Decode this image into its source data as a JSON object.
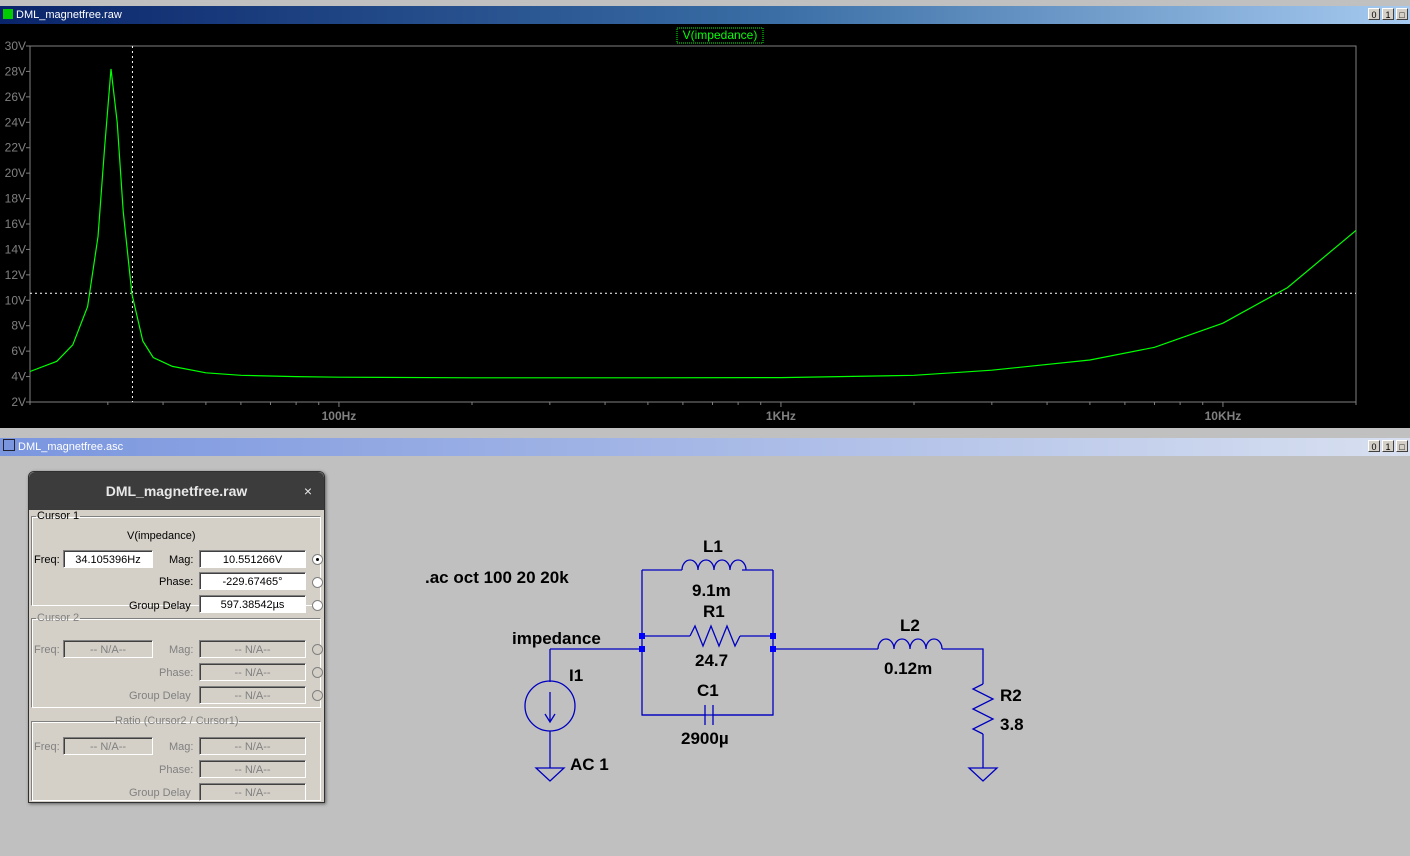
{
  "plot_window": {
    "title": "DML_magnetfree.raw",
    "controls": [
      "0",
      "1",
      "□"
    ]
  },
  "chart_data": {
    "type": "line",
    "trace_label": "V(impedance)",
    "x_scale": "log",
    "xlim": [
      20,
      20000
    ],
    "x_tick_labels": [
      {
        "label": "100Hz",
        "value": 100
      },
      {
        "label": "1KHz",
        "value": 1000
      },
      {
        "label": "10KHz",
        "value": 10000
      }
    ],
    "ylim": [
      2,
      30
    ],
    "y_tick_labels": [
      "30V",
      "28V",
      "26V",
      "24V",
      "22V",
      "20V",
      "18V",
      "16V",
      "14V",
      "12V",
      "10V",
      "8V",
      "6V",
      "4V",
      "2V"
    ],
    "y_tick_values": [
      30,
      28,
      26,
      24,
      22,
      20,
      18,
      16,
      14,
      12,
      10,
      8,
      6,
      4,
      2
    ],
    "series": [
      {
        "color": "#00ff00",
        "x": [
          20,
          23,
          25,
          27,
          28.5,
          29.5,
          30.5,
          31.5,
          32.5,
          34,
          36,
          38,
          42,
          50,
          60,
          80,
          100,
          200,
          500,
          1000,
          2000,
          3000,
          5000,
          7000,
          10000,
          14000,
          20000
        ],
        "y": [
          4.4,
          5.2,
          6.5,
          9.5,
          15,
          22,
          28.2,
          24,
          17,
          10.5,
          6.8,
          5.5,
          4.8,
          4.3,
          4.1,
          4.0,
          3.95,
          3.9,
          3.9,
          3.92,
          4.1,
          4.5,
          5.3,
          6.3,
          8.2,
          11,
          15.5
        ]
      }
    ],
    "cursor": {
      "x": 34.105396,
      "y": 10.551266
    }
  },
  "schematic_window": {
    "title": "DML_magnetfree.asc",
    "controls": [
      "0",
      "1",
      "□"
    ]
  },
  "cursor_panel": {
    "title": "DML_magnetfree.raw",
    "close": "×",
    "cursor1": {
      "legend": "Cursor 1",
      "trace": "V(impedance)",
      "freq_label": "Freq:",
      "freq": "34.105396Hz",
      "mag_label": "Mag:",
      "mag": "10.551266V",
      "phase_label": "Phase:",
      "phase": "-229.67465°",
      "gd_label": "Group Delay",
      "gd": "597.38542µs"
    },
    "cursor2": {
      "legend": "Cursor 2",
      "freq_label": "Freq:",
      "freq": "-- N/A--",
      "mag_label": "Mag:",
      "mag": "-- N/A--",
      "phase_label": "Phase:",
      "phase": "-- N/A--",
      "gd_label": "Group Delay",
      "gd": "-- N/A--"
    },
    "ratio": {
      "legend": "Ratio (Cursor2 / Cursor1)",
      "freq_label": "Freq:",
      "freq": "-- N/A--",
      "mag_label": "Mag:",
      "mag": "-- N/A--",
      "phase_label": "Phase:",
      "phase": "-- N/A--",
      "gd_label": "Group Delay",
      "gd": "-- N/A--"
    }
  },
  "schematic": {
    "directive": ".ac oct 100 20 20k",
    "net_label": "impedance",
    "I1": {
      "name": "I1",
      "value": "AC 1"
    },
    "L1": {
      "name": "L1",
      "value": "9.1m"
    },
    "R1": {
      "name": "R1",
      "value": "24.7"
    },
    "C1": {
      "name": "C1",
      "value": "2900µ"
    },
    "L2": {
      "name": "L2",
      "value": "0.12m"
    },
    "R2": {
      "name": "R2",
      "value": "3.8"
    },
    "wire_color": "#0000c0"
  }
}
